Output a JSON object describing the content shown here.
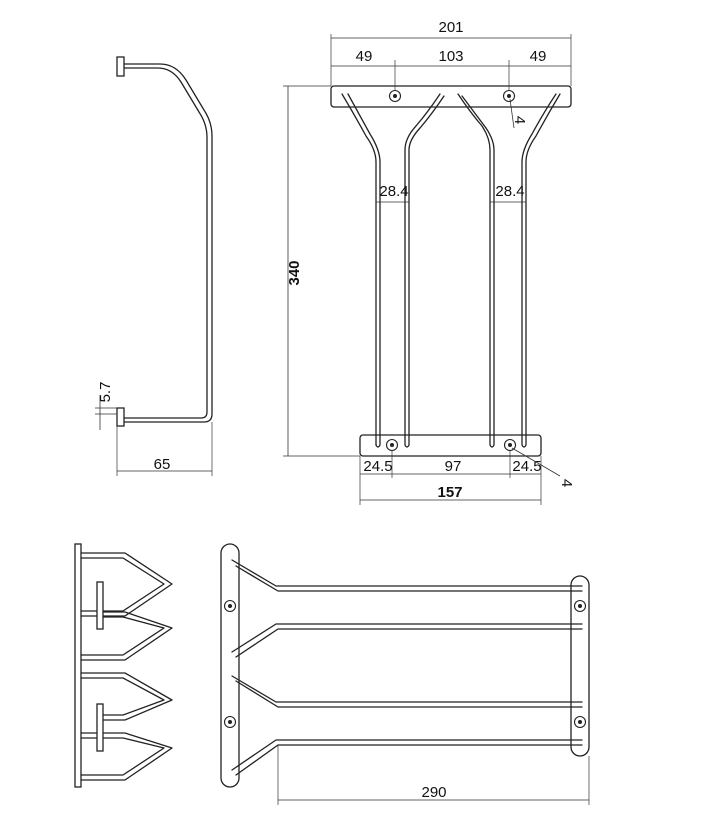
{
  "dimensions": {
    "top_overall_width": "201",
    "top_left_offset": "49",
    "top_hole_spacing": "103",
    "top_right_offset": "49",
    "top_hole_diameter": "4",
    "gap_left": "28.4",
    "gap_right": "28.4",
    "total_height": "340",
    "bottom_left_offset": "24.5",
    "bottom_hole_spacing": "97",
    "bottom_right_offset": "24.5",
    "bottom_overall_width": "157",
    "bottom_hole_diameter": "4",
    "side_depth": "65",
    "side_plate_thickness": "5.7",
    "bottom_view_length": "290"
  },
  "colors": {
    "line": "#222222",
    "background": "#ffffff"
  }
}
